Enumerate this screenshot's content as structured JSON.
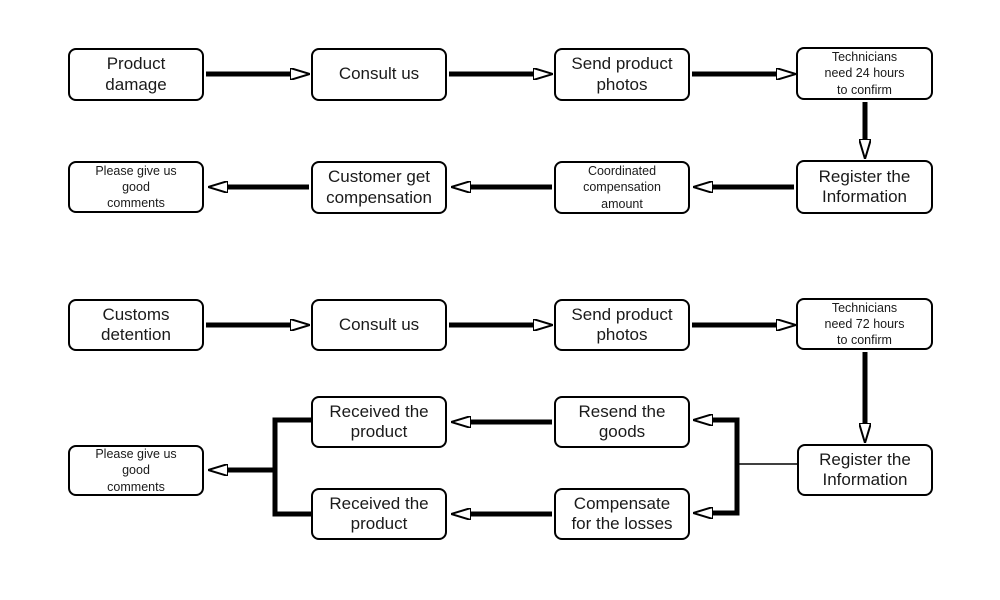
{
  "colors": {
    "line": "#000000",
    "background": "#ffffff",
    "text": "#1a1a1a"
  },
  "flow1": {
    "product_damage": "Product\ndamage",
    "consult_us": "Consult us",
    "send_photos": "Send product\nphotos",
    "technicians_confirm": "Technicians\nneed 24 hours\nto confirm",
    "register_info": "Register the\nInformation",
    "coordinated_amount": "Coordinated\ncompensation\namount",
    "customer_compensation": "Customer get\ncompensation",
    "good_comments": "Please give us\ngood\ncomments"
  },
  "flow2": {
    "customs_detention": "Customs\ndetention",
    "consult_us": "Consult us",
    "send_photos": "Send product\nphotos",
    "technicians_confirm": "Technicians\nneed 72 hours\nto confirm",
    "register_info": "Register the\nInformation",
    "resend_goods": "Resend the\ngoods",
    "compensate_losses": "Compensate\nfor the losses",
    "received_product_top": "Received the\nproduct",
    "received_product_bottom": "Received the\nproduct",
    "good_comments": "Please give us\ngood\ncomments"
  }
}
